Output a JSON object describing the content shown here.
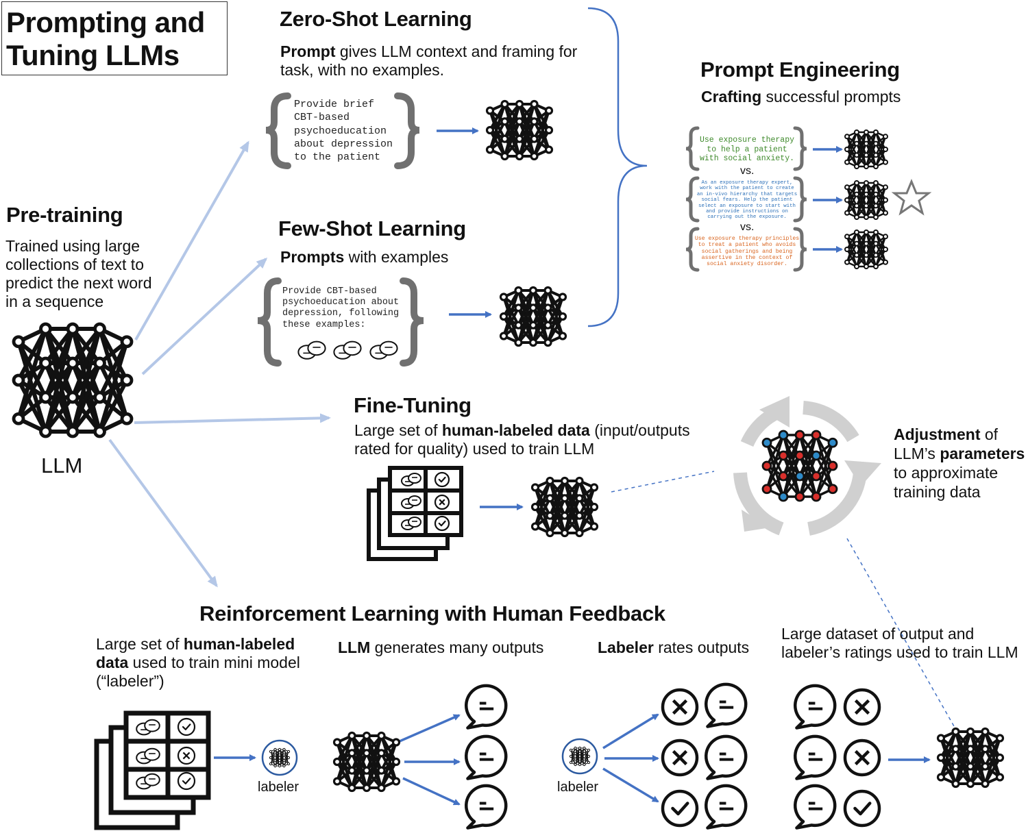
{
  "title": [
    "Prompting and",
    "Tuning LLMs"
  ],
  "pretraining": {
    "heading": "Pre-training",
    "description": "Trained using large collections of text to predict the next word in a sequence",
    "model_label": "LLM"
  },
  "zero_shot": {
    "heading": "Zero-Shot Learning",
    "desc_bold": "Prompt",
    "desc_rest": " gives LLM context and framing for task, with no examples.",
    "prompt_lines": [
      "Provide brief",
      "CBT-based",
      "psychoeducation",
      "about depression",
      "to the patient"
    ]
  },
  "few_shot": {
    "heading": "Few-Shot Learning",
    "desc_bold": "Prompts",
    "desc_rest": " with examples",
    "prompt_lines": [
      "Provide CBT-based",
      "psychoeducation about",
      "depression, following",
      "these examples:"
    ]
  },
  "prompt_engineering": {
    "heading": "Prompt Engineering",
    "desc_bold": "Crafting",
    "desc_rest": " successful prompts",
    "vs_label": "vs.",
    "prompts": [
      {
        "lines": [
          "Use exposure therapy",
          "to help a patient",
          "with social anxiety."
        ],
        "color": "#3f8a2c"
      },
      {
        "lines": [
          "As an exposure therapy expert,",
          "work with the patient to create",
          "an in-vivo hierarchy that targets",
          "social fears. Help the patient",
          "select an exposure to start with",
          "and provide instructions on",
          "carrying out the exposure."
        ],
        "color": "#2a6fb8"
      },
      {
        "lines": [
          "Use exposure therapy principles",
          "to treat a patient who avoids",
          "social gatherings and being",
          "assertive in the context of",
          "social anxiety disorder."
        ],
        "color": "#d9641e"
      }
    ]
  },
  "fine_tuning": {
    "heading": "Fine-Tuning",
    "desc_line1_plain": "Large set of ",
    "desc_line1_bold": "human-labeled data",
    "desc_line1_rest": " (input/outputs",
    "desc_line2": "rated for quality) used to train LLM"
  },
  "adjustment": {
    "bold1": "Adjustment",
    "rest1": " of",
    "plain2": "LLM’s ",
    "bold2": "parameters",
    "line3": "to approximate",
    "line4": "training data"
  },
  "rlhf": {
    "heading": "Reinforcement Learning with Human Feedback",
    "step1_plain1": "Large set of ",
    "step1_bold1": "human-labeled",
    "step1_bold2": "data",
    "step1_rest2": " used to train mini model",
    "step1_line3": "(“labeler”)",
    "step2_bold": "LLM",
    "step2_rest": " generates many outputs",
    "step3_bold": "Labeler",
    "step3_rest": " rates outputs",
    "step4_line1": "Large dataset of output and",
    "step4_line2": "labeler’s ratings used to train LLM",
    "labeler_label": "labeler"
  },
  "colors": {
    "arrow_blue": "#4472c4",
    "arrow_light": "#b4c7e7",
    "cycle_gray": "#d0d0d0",
    "node_red": "#d9302c",
    "node_blue": "#2e8bc9"
  }
}
